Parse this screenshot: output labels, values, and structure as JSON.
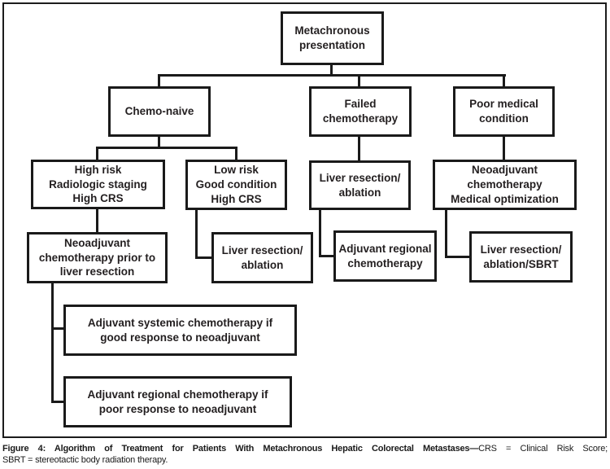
{
  "diagram": {
    "title_hint": "Treatment algorithm flowchart",
    "nodes": {
      "root": {
        "text": "Metachronous\npresentation"
      },
      "chemo_naive": {
        "text": "Chemo-naive"
      },
      "failed_chemo": {
        "text": "Failed\nchemotherapy"
      },
      "poor_medical": {
        "text": "Poor medical\ncondition"
      },
      "high_risk": {
        "text": "High risk\nRadiologic staging\nHigh CRS"
      },
      "low_risk": {
        "text": "Low risk\nGood condition\nHigh CRS"
      },
      "liver_resection_failed": {
        "text": "Liver resection/\nablation"
      },
      "neoadj_medical": {
        "text": "Neoadjuvant\nchemotherapy\nMedical optimization"
      },
      "neoadj_prior": {
        "text": "Neoadjuvant\nchemotherapy prior to\nliver resection"
      },
      "liver_resection_lowrisk": {
        "text": "Liver resection/\nablation"
      },
      "adj_regional": {
        "text": "Adjuvant regional\nchemotherapy"
      },
      "liver_resection_sbrt": {
        "text": "Liver resection/\nablation/SBRT"
      },
      "adj_systemic_good": {
        "text": "Adjuvant systemic chemotherapy if\ngood response to neoadjuvant"
      },
      "adj_regional_poor": {
        "text": "Adjuvant regional chemotherapy if\npoor response to neoadjuvant"
      }
    }
  },
  "caption": {
    "bold": "Figure 4: Algorithm of Treatment for Patients With Metachronous Hepatic Colorectal Metastases—",
    "line1_regular": "CRS = Clinical Risk Score;",
    "line2": "SBRT = stereotactic body radiation therapy."
  },
  "colors": {
    "line": "#1a1a1a",
    "background": "#ffffff",
    "text": "#231f20"
  }
}
